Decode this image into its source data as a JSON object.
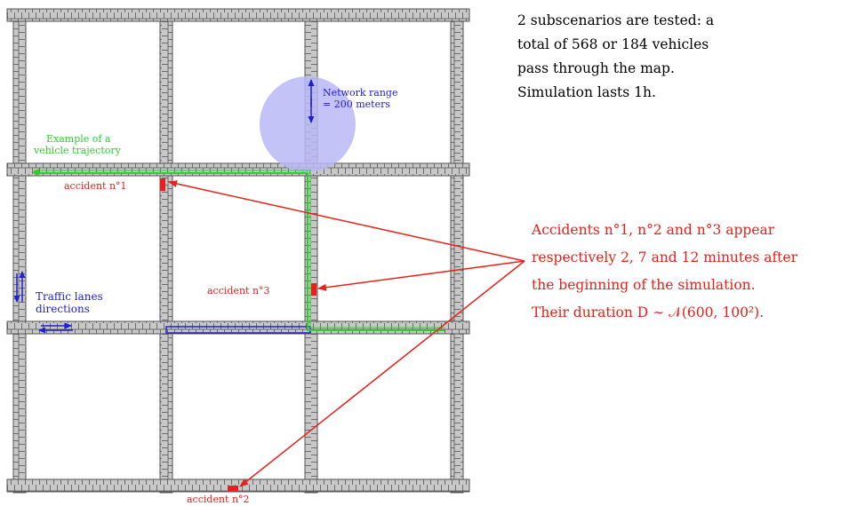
{
  "notes": {
    "subscenarios": [
      "2 subscenarios are tested: a",
      "total of 568 or 184 vehicles",
      "pass through the map.",
      "Simulation lasts 1h."
    ],
    "accidents": [
      "Accidents n°1, n°2 and n°3 appear",
      "respectively 2, 7 and 12 minutes after",
      "the beginning of the simulation.",
      "Their duration D ∼ 𝒩(600, 100²)."
    ]
  },
  "labels": {
    "network_range": [
      "Network range",
      "= 200 meters"
    ],
    "trajectory": [
      "Example of a",
      "vehicle trajectory"
    ],
    "traffic_lanes": [
      "Traffic lanes",
      "directions"
    ],
    "accident_1": "accident n°1",
    "accident_2": "accident n°2",
    "accident_3": "accident n°3"
  },
  "colors": {
    "road_fill": "#c8c8c8",
    "road_stroke": "#555555",
    "accident": "#e8201a",
    "network": "#1f1fd6",
    "network_fill": "#b9b9f7",
    "trajectory": "#2ccf2c"
  }
}
